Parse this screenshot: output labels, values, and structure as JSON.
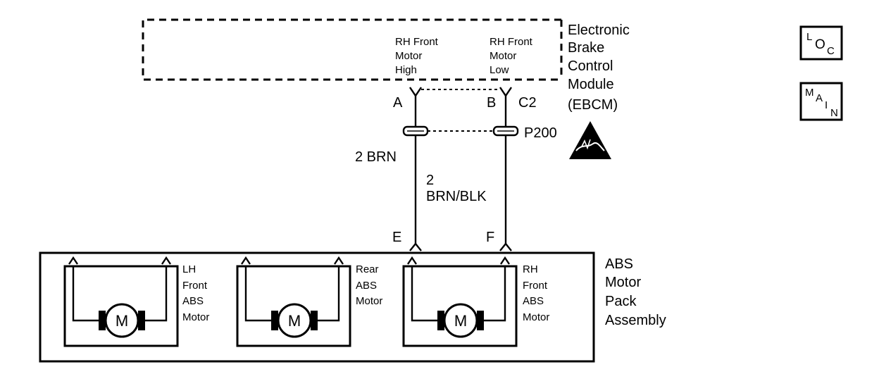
{
  "ebcm": {
    "name_lines": [
      "Electronic",
      "Brake",
      "Control",
      "Module",
      "(EBCM)"
    ],
    "pin_high_label": [
      "RH Front",
      "Motor",
      "High"
    ],
    "pin_low_label": [
      "RH Front",
      "Motor",
      "Low"
    ],
    "pin_a": "A",
    "pin_b": "B",
    "connector": "C2"
  },
  "inline_connector": "P200",
  "wires": {
    "left": "2 BRN",
    "right_gauge": "2",
    "right_color": "BRN/BLK"
  },
  "motor_pack": {
    "name_lines": [
      "ABS",
      "Motor",
      "Pack",
      "Assembly"
    ],
    "pin_e": "E",
    "pin_f": "F",
    "motors": [
      {
        "label": [
          "LH",
          "Front",
          "ABS",
          "Motor"
        ],
        "symbol": "M"
      },
      {
        "label": [
          "Rear",
          "ABS",
          "Motor"
        ],
        "symbol": "M"
      },
      {
        "label": [
          "RH",
          "Front",
          "ABS",
          "Motor"
        ],
        "symbol": "M"
      }
    ]
  },
  "side_icons": {
    "loc": [
      "L",
      "O",
      "C"
    ],
    "main": [
      "M",
      "A",
      "I",
      "N"
    ]
  }
}
